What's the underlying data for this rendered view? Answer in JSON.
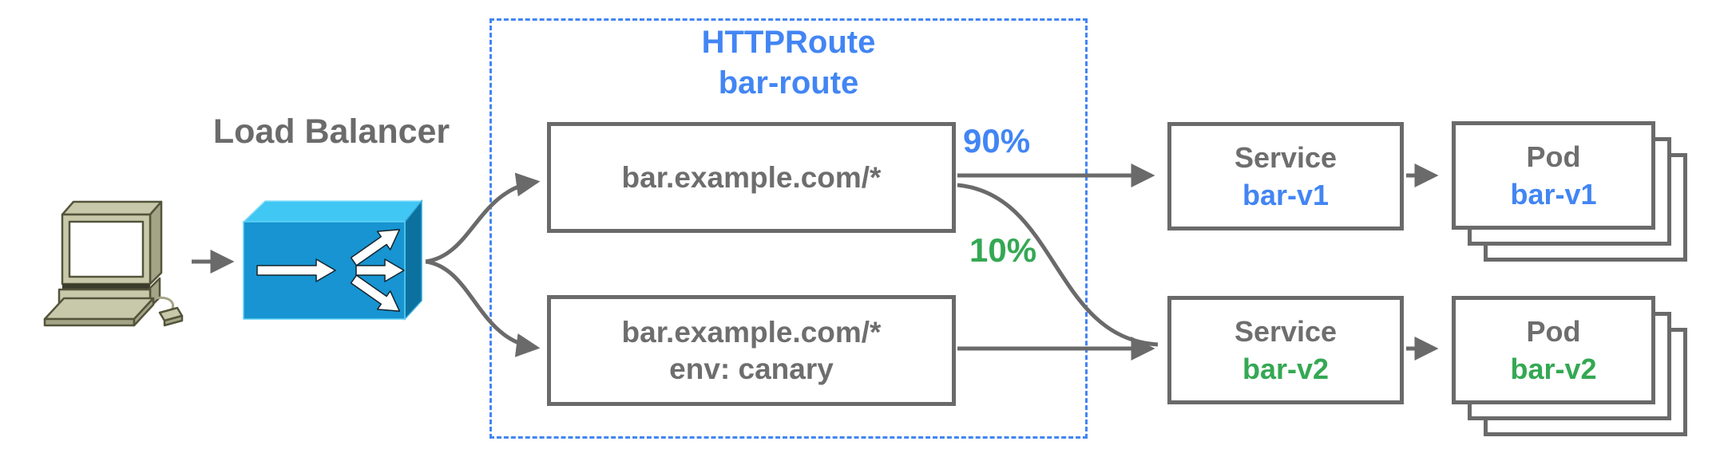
{
  "client": {
    "icon": "desktop-computer"
  },
  "load_balancer": {
    "label": "Load Balancer",
    "icon": "load-balancer-fanout"
  },
  "http_route": {
    "title_line1": "HTTPRoute",
    "title_line2": "bar-route",
    "rules": [
      {
        "match": "bar.example.com/*",
        "weight": "90%"
      },
      {
        "match": "bar.example.com/*",
        "header": "env: canary",
        "weight": "10%"
      }
    ]
  },
  "services": [
    {
      "kind": "Service",
      "name": "bar-v1"
    },
    {
      "kind": "Service",
      "name": "bar-v2"
    }
  ],
  "pods": [
    {
      "kind": "Pod",
      "name": "bar-v1"
    },
    {
      "kind": "Pod",
      "name": "bar-v2"
    }
  ],
  "colors": {
    "blue": "#4285F4",
    "green": "#34A853",
    "gray_text": "#6E6E6E",
    "arrow_gray": "#6A6A6A",
    "lb_top": "#41C7F4",
    "lb_front": "#1794D1",
    "lb_side": "#0C719F",
    "computer_light": "#C8C8AA",
    "computer_mid": "#A4A486"
  }
}
